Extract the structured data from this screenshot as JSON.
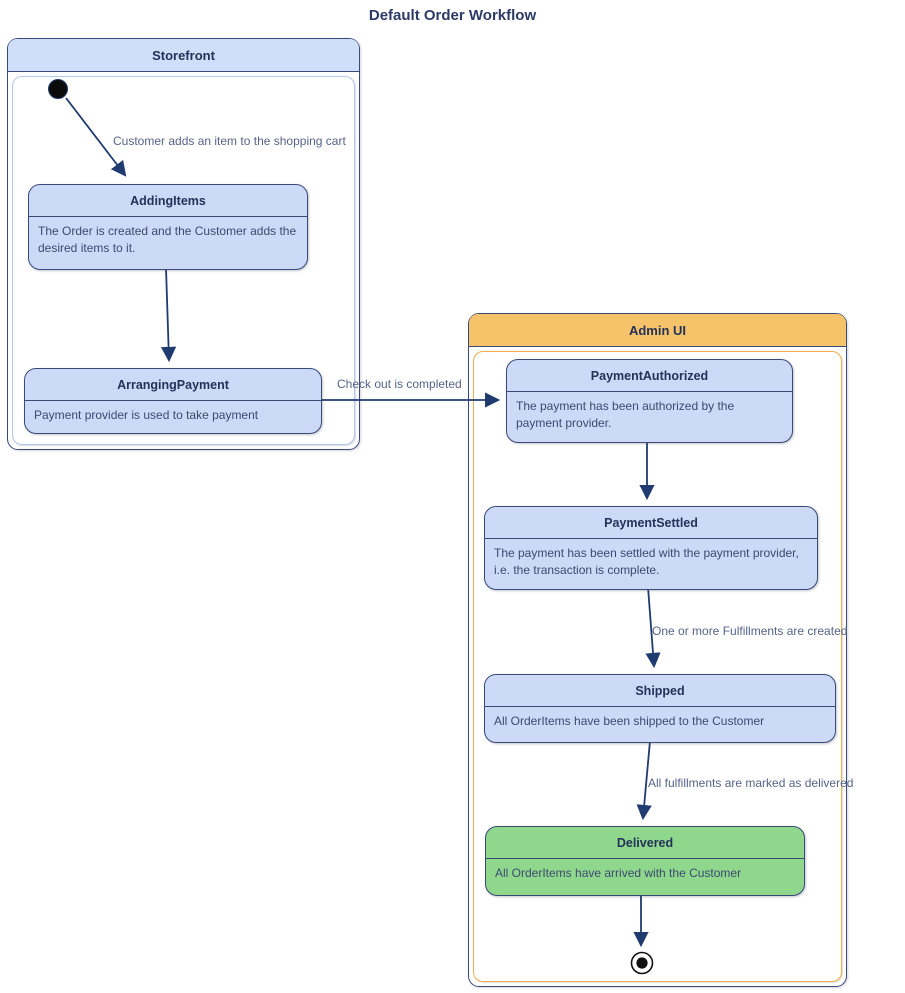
{
  "diagram_title": "Default Order Workflow",
  "colors": {
    "state_fill_blue": "#ccdaf7",
    "state_fill_green": "#90d78e",
    "container_header_blue": "#cfdef9",
    "container_header_orange": "#f6c36a",
    "border_navy": "#3a4a78",
    "arrow": "#1f3b70",
    "edge_label_text": "#57648a",
    "title_text": "#2c3a66"
  },
  "containers": {
    "storefront": {
      "label": "Storefront",
      "states": {
        "addingItems": {
          "title": "AddingItems",
          "description": "The Order is created and the Customer adds the desired items to it."
        },
        "arrangingPayment": {
          "title": "ArrangingPayment",
          "description": "Payment provider is used to take payment"
        }
      }
    },
    "adminUI": {
      "label": "Admin UI",
      "states": {
        "paymentAuthorized": {
          "title": "PaymentAuthorized",
          "description": "The payment has been authorized by the payment provider."
        },
        "paymentSettled": {
          "title": "PaymentSettled",
          "description": "The payment has been settled with the payment provider, i.e. the transaction is complete."
        },
        "shipped": {
          "title": "Shipped",
          "description": "All OrderItems have been shipped to the Customer"
        },
        "delivered": {
          "title": "Delivered",
          "description": "All OrderItems have arrived with the Customer"
        }
      }
    }
  },
  "transitions": {
    "start_to_addingItems": {
      "label": "Customer adds an item to the shopping cart"
    },
    "arrangingPayment_to_paymentAuthorized": {
      "label": "Check out is completed"
    },
    "paymentSettled_to_shipped": {
      "label": "One or more Fulfillments are created"
    },
    "shipped_to_delivered": {
      "label": "All fulfillments are marked as delivered"
    }
  }
}
